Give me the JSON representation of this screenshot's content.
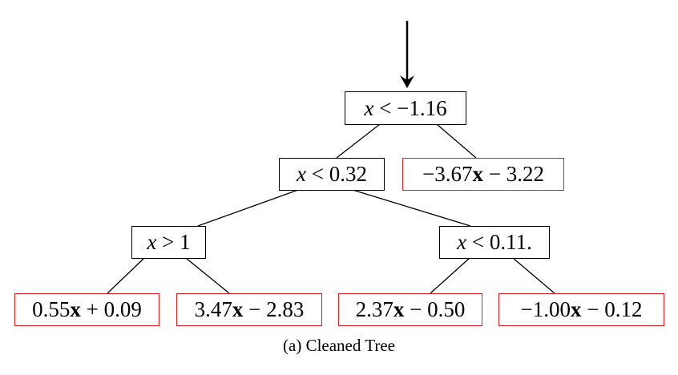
{
  "caption": "(a) Cleaned Tree",
  "colors": {
    "decision_border": "#000000",
    "leaf_border": "#e02020",
    "edge": "#000000"
  },
  "nodes": {
    "root": {
      "kind": "decision",
      "parts": [
        {
          "t": "x",
          "s": "v"
        },
        {
          "t": " < −1.16"
        }
      ]
    },
    "n_left": {
      "kind": "decision",
      "parts": [
        {
          "t": "x",
          "s": "v"
        },
        {
          "t": " < 0.32"
        }
      ]
    },
    "leaf_root_right": {
      "kind": "leaf",
      "parts": [
        {
          "t": "−3.67"
        },
        {
          "t": "x",
          "s": "b"
        },
        {
          "t": " − 3.22"
        }
      ]
    },
    "n_ll": {
      "kind": "decision",
      "parts": [
        {
          "t": "x",
          "s": "v"
        },
        {
          "t": " > 1"
        }
      ]
    },
    "n_lr": {
      "kind": "decision",
      "parts": [
        {
          "t": "x",
          "s": "v"
        },
        {
          "t": " < 0.11."
        }
      ]
    },
    "leaf_1": {
      "kind": "leaf",
      "parts": [
        {
          "t": "0.55"
        },
        {
          "t": "x",
          "s": "b"
        },
        {
          "t": " + 0.09"
        }
      ]
    },
    "leaf_2": {
      "kind": "leaf",
      "parts": [
        {
          "t": "3.47"
        },
        {
          "t": "x",
          "s": "b"
        },
        {
          "t": " − 2.83"
        }
      ]
    },
    "leaf_3": {
      "kind": "leaf",
      "parts": [
        {
          "t": "2.37"
        },
        {
          "t": "x",
          "s": "b"
        },
        {
          "t": " − 0.50"
        }
      ]
    },
    "leaf_4": {
      "kind": "leaf",
      "parts": [
        {
          "t": "−1.00"
        },
        {
          "t": "x",
          "s": "b"
        },
        {
          "t": " − 0.12"
        }
      ]
    }
  }
}
